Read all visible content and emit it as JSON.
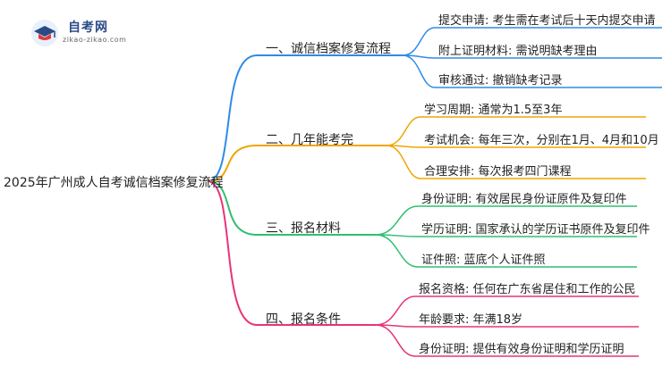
{
  "logo": {
    "title": "自考网",
    "url": "zikao-zikao.com"
  },
  "root": "2025年广州成人自考诚信档案修复流程",
  "branches": [
    {
      "label": "一、诚信档案修复流程",
      "color": "#2f8be6",
      "leaves": [
        "提交申请: 考生需在考试后十天内提交申请",
        "附上证明材料: 需说明缺考理由",
        "审核通过: 撤销缺考记录"
      ]
    },
    {
      "label": "二、几年能考完",
      "color": "#f0a500",
      "leaves": [
        "学习周期: 通常为1.5至3年",
        "考试机会: 每年三次，分别在1月、4月和10月",
        "合理安排: 每次报考四门课程"
      ]
    },
    {
      "label": "三、报名材料",
      "color": "#2fbf71",
      "leaves": [
        "身份证明: 有效居民身份证原件及复印件",
        "学历证明: 国家承认的学历证书原件及复印件",
        "证件照: 蓝底个人证件照"
      ]
    },
    {
      "label": "四、报名条件",
      "color": "#e8337a",
      "leaves": [
        "报名资格: 任何在广东省居住和工作的公民",
        "年龄要求: 年满18岁",
        "身份证明: 提供有效身份证明和学历证明"
      ]
    }
  ]
}
